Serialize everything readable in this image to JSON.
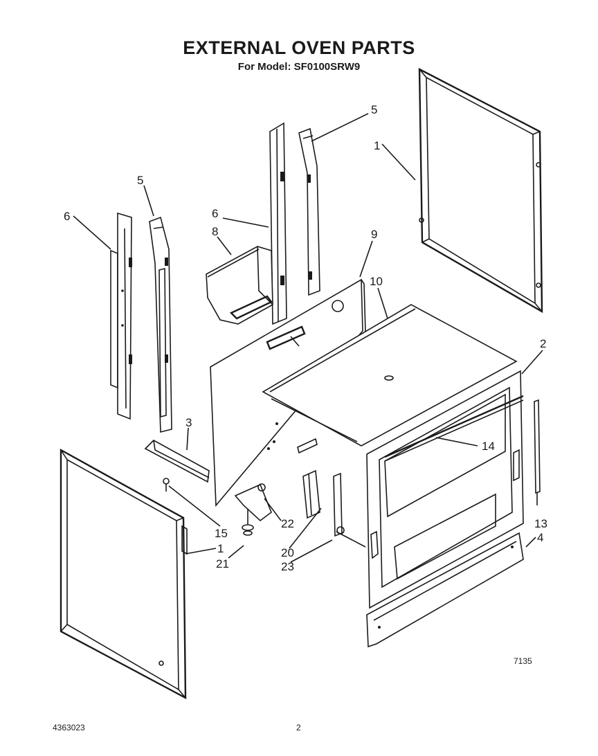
{
  "header": {
    "title": "EXTERNAL OVEN PARTS",
    "subtitle": "For Model: SF0100SRW9"
  },
  "footer": {
    "part_number": "4363023",
    "page_number": "2",
    "figure_code": "7135"
  },
  "callouts": {
    "c1a": "1",
    "c1b": "1",
    "c2": "2",
    "c3": "3",
    "c4": "4",
    "c5a": "5",
    "c5b": "5",
    "c6a": "6",
    "c6b": "6",
    "c8": "8",
    "c9": "9",
    "c10": "10",
    "c13": "13",
    "c14": "14",
    "c15": "15",
    "c20": "20",
    "c21": "21",
    "c22": "22",
    "c23": "23"
  }
}
